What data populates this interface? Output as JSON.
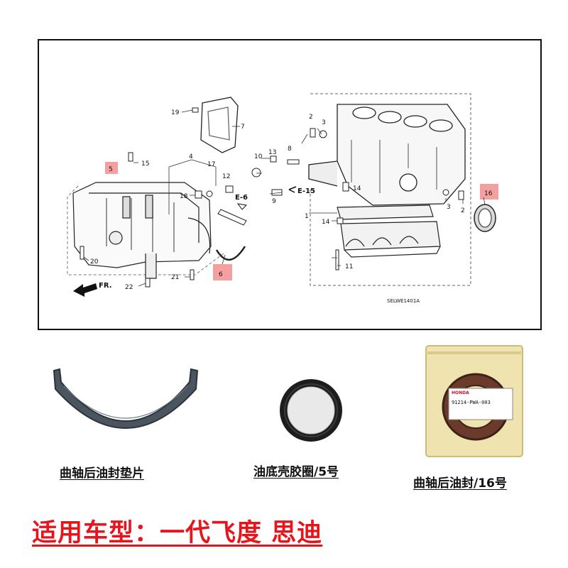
{
  "diagram": {
    "labels": {
      "p1": "1",
      "p2a": "2",
      "p2b": "2",
      "p3a": "3",
      "p3b": "3",
      "p4": "4",
      "p5": "5",
      "p6": "6",
      "p7": "7",
      "p8": "8",
      "p9": "9",
      "p10": "10",
      "p11": "11",
      "p12": "12",
      "p13": "13",
      "p14a": "14",
      "p14b": "14",
      "p15": "15",
      "p16": "16",
      "p17": "17",
      "p18": "18",
      "p19": "19",
      "p20": "20",
      "p21": "21",
      "p22": "22"
    },
    "ref_e6": "E-6",
    "ref_e15": "E-15",
    "front_marker": "FR.",
    "drawing_code": "SELWE1401A",
    "highlight_color": "#f4a0a0"
  },
  "products": {
    "gasket_caption": "曲轴后油封垫片",
    "oring_caption": "油底壳胶圈/5号",
    "seal_caption": "曲轴后油封/16号",
    "seal_part_number": "91214-PWA-003",
    "seal_brand": "HONDA"
  },
  "footer": {
    "applicable_text": "适用车型：一代飞度 思迪",
    "text_color": "#e8141c"
  }
}
